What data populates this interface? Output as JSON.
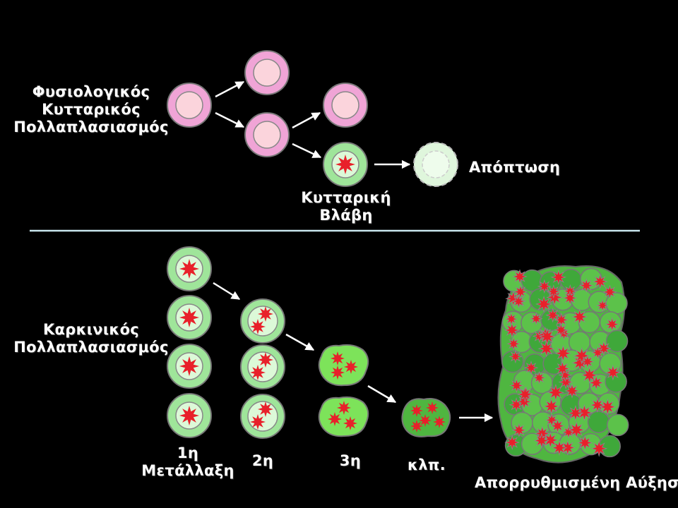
{
  "normal": {
    "title_lines": [
      "Φυσιολογικός",
      "Κυτταρικός",
      "Πολλαπλασιασμός"
    ],
    "damage_lines": [
      "Κυτταρική",
      "Βλάβη"
    ],
    "apoptosis": "Απόπτωση"
  },
  "cancer": {
    "title_lines": [
      "Καρκινικός",
      "Πολλαπλασιασμός"
    ],
    "mutation_1_lines": [
      "1η",
      "Μετάλλαξη"
    ],
    "mutation_2": "2η",
    "mutation_3": "3η",
    "etc": "κλπ.",
    "result": "Απορρυθμισμένη Αύξηση"
  },
  "colors": {
    "background": "#000000",
    "normal_cell_outer": "#f0a4d6",
    "normal_cell_inner": "#fbd4dc",
    "damaged_cell_outer": "#9fe59a",
    "damaged_cell_inner": "#dcf9d8",
    "tumor_green": "#7de35a",
    "mutation_star": "#e8202a",
    "divider": "#c9e6ee"
  }
}
